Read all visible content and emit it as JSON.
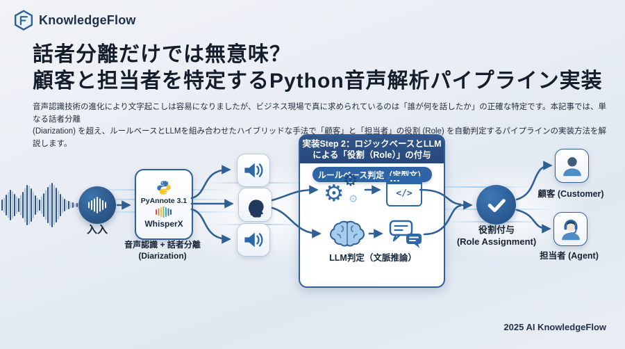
{
  "header": {
    "logo_text": "KnowledgeFlow"
  },
  "title": {
    "line1": "話者分離だけでは無意味？",
    "line2": "顧客と担当者を特定するPython音声解析パイプライン実装"
  },
  "intro": {
    "line1": "音声認識技術の進化により文字起こしは容易になりましたが、ビジネス現場で真に求められているのは「誰が何を話したか」の正確な特定です。本記事では、単なる話者分離",
    "line2": "(Diarization) を超え、ルールベースとLLMを組み合わせたハイブリッドな手法で「顧客」と「担当者」の役割 (Role) を自動判定するパイプラインの実装方法を解説します。"
  },
  "pipeline": {
    "input": {
      "label": "入入"
    },
    "diarization": {
      "tool_top": "PyAnnote 3.1",
      "tool_bottom": "WhisperX",
      "caption_line1": "音声認識 + 話者分離",
      "caption_line2": "(Diarization)"
    },
    "step2": {
      "header_line1": "実装Step 2：ロジックベースとLLM",
      "header_line2": "による「役割（Role）」の付与",
      "rule_pill": "ルールベース判定（定型文）",
      "llm_caption": "LLM判定（文脈推論）",
      "code_glyph": "</>"
    },
    "assignment": {
      "caption_line1": "役割付与",
      "caption_line2": "(Role Assignment)"
    },
    "outputs": {
      "customer_label": "顧客 (Customer)",
      "agent_label": "担当者 (Agent)"
    }
  },
  "footer": {
    "credit": "2025 AI KnowledgeFlow"
  },
  "icons": {
    "gear_glyph": "⚙"
  },
  "colors": {
    "accent_header": "#2b4c7e",
    "accent_pill": "#2e64a6",
    "connector": "#2e6094",
    "icon_blue": "#2c67aa",
    "brain_fill": "#a6cdec",
    "python_blue": "#3b77a8",
    "python_yellow": "#f4c431",
    "node_circle": "#2d5e95",
    "background": "#e8edf4",
    "text_dark": "#172232"
  }
}
